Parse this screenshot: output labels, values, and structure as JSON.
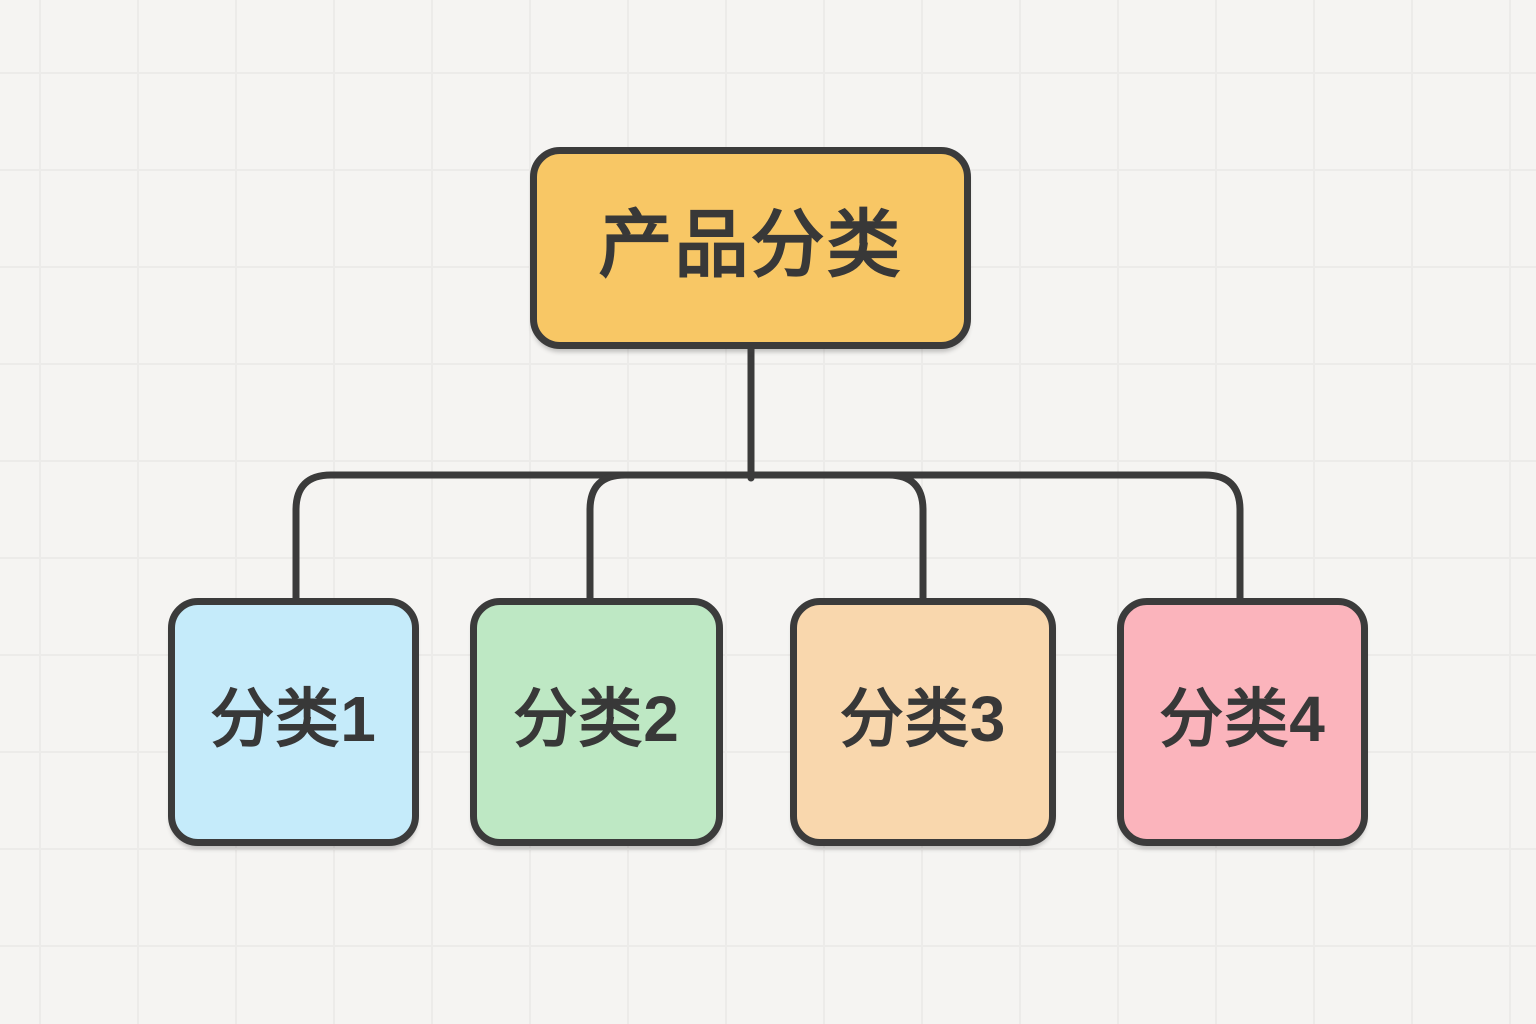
{
  "diagram": {
    "type": "hierarchy-flowchart",
    "background_color": "#F5F4F2",
    "grid_color": "#ECEBE9",
    "line_color": "#3B3B3B",
    "text_color": "#383838",
    "root": {
      "label": "产品分类",
      "fill": "#F8C765"
    },
    "children": [
      {
        "label": "分类1",
        "fill": "#C5EBFA"
      },
      {
        "label": "分类2",
        "fill": "#BEE8C4"
      },
      {
        "label": "分类3",
        "fill": "#F9D7AD"
      },
      {
        "label": "分类4",
        "fill": "#FBB4BC"
      }
    ]
  }
}
